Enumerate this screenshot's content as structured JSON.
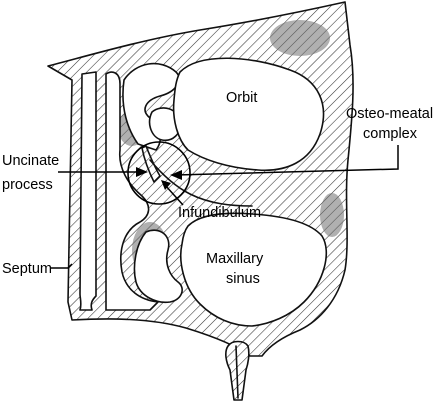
{
  "labels": {
    "orbit": "Orbit",
    "osteomeatal_line1": "Osteo-meatal",
    "osteomeatal_line2": "complex",
    "uncinate_line1": "Uncinate",
    "uncinate_line2": "process",
    "infundibulum": "Infundibulum",
    "maxillary_line1": "Maxillary",
    "maxillary_line2": "sinus",
    "septum": "Septum"
  }
}
